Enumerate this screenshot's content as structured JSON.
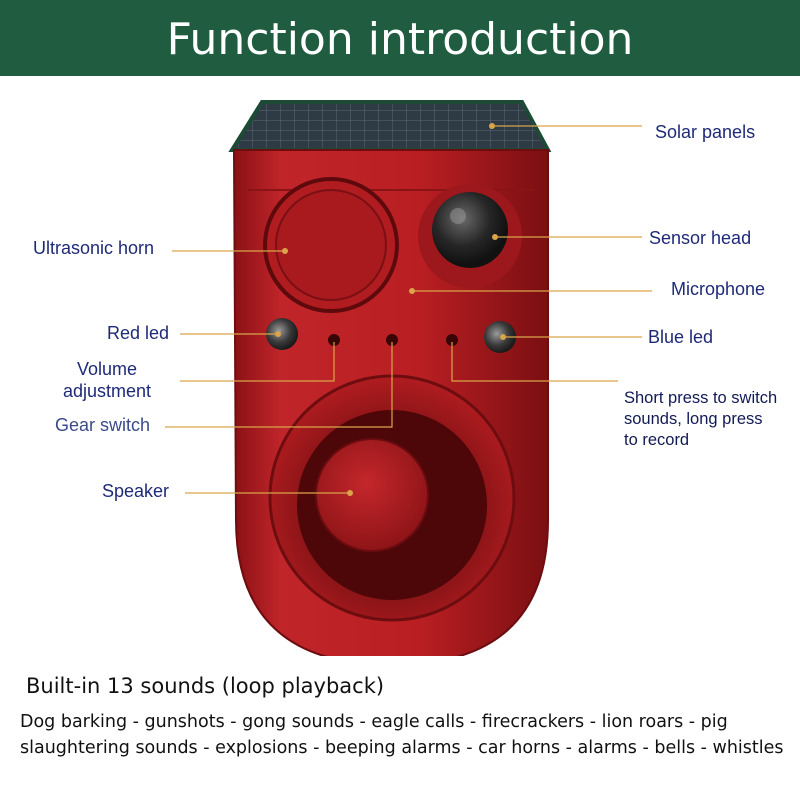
{
  "header": {
    "title": "Function introduction"
  },
  "labels": {
    "solar_panels": "Solar panels",
    "ultrasonic_horn": "Ultrasonic horn",
    "sensor_head": "Sensor head",
    "microphone": "Microphone",
    "red_led": "Red led",
    "blue_led": "Blue led",
    "volume_adjustment_line1": "Volume",
    "volume_adjustment_line2": "adjustment",
    "gear_switch": "Gear switch",
    "short_press_line1": "Short press to switch",
    "short_press_line2": "sounds, long press",
    "short_press_line3": "to record",
    "speaker": "Speaker"
  },
  "footer": {
    "title": "Built-in 13 sounds (loop playback)",
    "description": "Dog barking - gunshots - gong sounds - eagle calls - firecrackers - lion roars - pig slaughtering sounds - explosions - beeping alarms - car horns - alarms - bells - whistles"
  },
  "colors": {
    "banner": "#1f5c40",
    "body_red": "#b81e22",
    "leader_line": "#d9a44a",
    "label_text": "#1e2a78"
  }
}
